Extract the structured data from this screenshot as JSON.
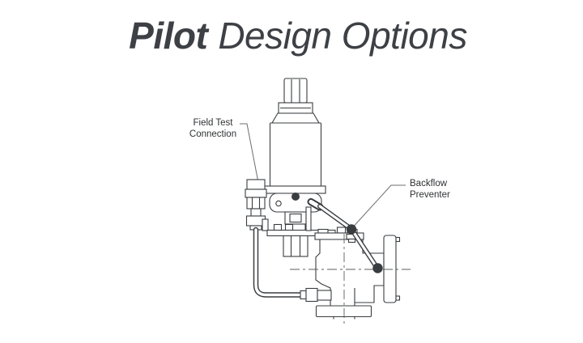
{
  "slide": {
    "title": {
      "emphasis": "Pilot",
      "rest": "Design Options"
    }
  },
  "diagram": {
    "labels": {
      "field_test": {
        "line1": "Field Test",
        "line2": "Connection"
      },
      "backflow": {
        "line1": "Backflow",
        "line2": "Preventer"
      }
    },
    "colors": {
      "title_ink": "#3d4045",
      "line_art": "#3a3d40",
      "leader_line": "#6e6e6e",
      "background": "#ffffff"
    }
  }
}
